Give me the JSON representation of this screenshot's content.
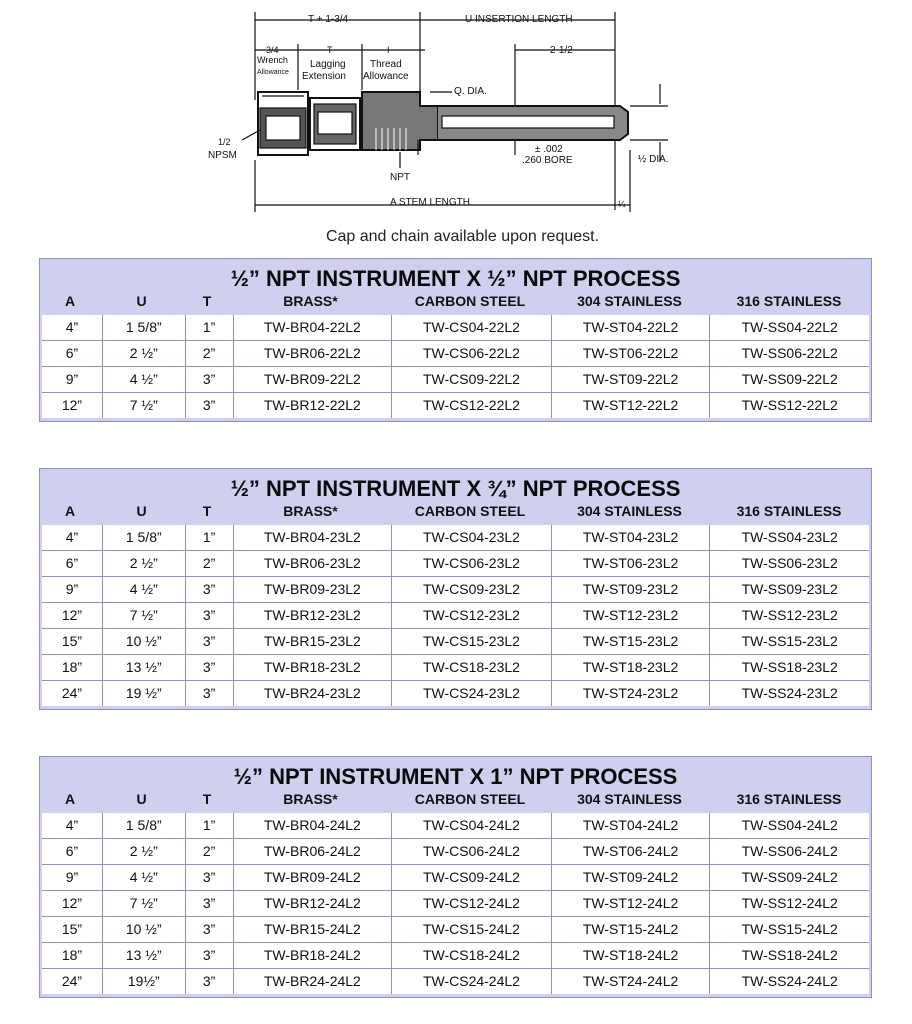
{
  "diagram": {
    "labels": {
      "t_plus": "T + 1-3/4",
      "u_insertion": "U INSERTION LENGTH",
      "wrench": "3/4",
      "wrench_sub": "Wrench",
      "wrench_allow": "Allowance",
      "t": "T",
      "lagging": "Lagging",
      "extension": "Extension",
      "thread_i": "I",
      "thread": "Thread",
      "thread_allow": "Allowance",
      "two_half": "2-1/2",
      "q_dia": "Q. DIA.",
      "half_npsm_1": "1/2",
      "half_npsm_2": "NPSM",
      "npt": "NPT",
      "tol": "± .002",
      "bore": ".260 BORE",
      "half_dia": "½ DIA.",
      "a_stem": "A STEM LENGTH",
      "quarter": "¼"
    }
  },
  "note": "Cap and chain available upon request.",
  "columns": [
    "A",
    "U",
    "T",
    "BRASS*",
    "CARBON STEEL",
    "304 STAINLESS",
    "316 STAINLESS"
  ],
  "tables": [
    {
      "title": "½” NPT INSTRUMENT X ½” NPT PROCESS",
      "rows": [
        [
          "4”",
          "1 5/8”",
          "1”",
          "TW-BR04-22L2",
          "TW-CS04-22L2",
          "TW-ST04-22L2",
          "TW-SS04-22L2"
        ],
        [
          "6”",
          "2 ½”",
          "2”",
          "TW-BR06-22L2",
          "TW-CS06-22L2",
          "TW-ST06-22L2",
          "TW-SS06-22L2"
        ],
        [
          "9”",
          "4 ½”",
          "3”",
          "TW-BR09-22L2",
          "TW-CS09-22L2",
          "TW-ST09-22L2",
          "TW-SS09-22L2"
        ],
        [
          "12”",
          "7 ½”",
          "3”",
          "TW-BR12-22L2",
          "TW-CS12-22L2",
          "TW-ST12-22L2",
          "TW-SS12-22L2"
        ]
      ]
    },
    {
      "title": "½” NPT INSTRUMENT X ¾” NPT PROCESS",
      "rows": [
        [
          "4”",
          "1 5/8”",
          "1”",
          "TW-BR04-23L2",
          "TW-CS04-23L2",
          "TW-ST04-23L2",
          "TW-SS04-23L2"
        ],
        [
          "6”",
          "2 ½”",
          "2”",
          "TW-BR06-23L2",
          "TW-CS06-23L2",
          "TW-ST06-23L2",
          "TW-SS06-23L2"
        ],
        [
          "9”",
          "4 ½”",
          "3”",
          "TW-BR09-23L2",
          "TW-CS09-23L2",
          "TW-ST09-23L2",
          "TW-SS09-23L2"
        ],
        [
          "12”",
          "7 ½”",
          "3”",
          "TW-BR12-23L2",
          "TW-CS12-23L2",
          "TW-ST12-23L2",
          "TW-SS12-23L2"
        ],
        [
          "15”",
          "10 ½”",
          "3”",
          "TW-BR15-23L2",
          "TW-CS15-23L2",
          "TW-ST15-23L2",
          "TW-SS15-23L2"
        ],
        [
          "18”",
          "13 ½”",
          "3”",
          "TW-BR18-23L2",
          "TW-CS18-23L2",
          "TW-ST18-23L2",
          "TW-SS18-23L2"
        ],
        [
          "24”",
          "19 ½”",
          "3”",
          "TW-BR24-23L2",
          "TW-CS24-23L2",
          "TW-ST24-23L2",
          "TW-SS24-23L2"
        ]
      ]
    },
    {
      "title": "½” NPT INSTRUMENT X 1” NPT PROCESS",
      "rows": [
        [
          "4”",
          "1 5/8”",
          "1”",
          "TW-BR04-24L2",
          "TW-CS04-24L2",
          "TW-ST04-24L2",
          "TW-SS04-24L2"
        ],
        [
          "6”",
          "2 ½”",
          "2”",
          "TW-BR06-24L2",
          "TW-CS06-24L2",
          "TW-ST06-24L2",
          "TW-SS06-24L2"
        ],
        [
          "9”",
          "4 ½”",
          "3”",
          "TW-BR09-24L2",
          "TW-CS09-24L2",
          "TW-ST09-24L2",
          "TW-SS09-24L2"
        ],
        [
          "12”",
          "7 ½”",
          "3”",
          "TW-BR12-24L2",
          "TW-CS12-24L2",
          "TW-ST12-24L2",
          "TW-SS12-24L2"
        ],
        [
          "15”",
          "10 ½”",
          "3”",
          "TW-BR15-24L2",
          "TW-CS15-24L2",
          "TW-ST15-24L2",
          "TW-SS15-24L2"
        ],
        [
          "18”",
          "13 ½”",
          "3”",
          "TW-BR18-24L2",
          "TW-CS18-24L2",
          "TW-ST18-24L2",
          "TW-SS18-24L2"
        ],
        [
          "24”",
          "19½”",
          "3”",
          "TW-BR24-24L2",
          "TW-CS24-24L2",
          "TW-ST24-24L2",
          "TW-SS24-24L2"
        ]
      ]
    }
  ]
}
